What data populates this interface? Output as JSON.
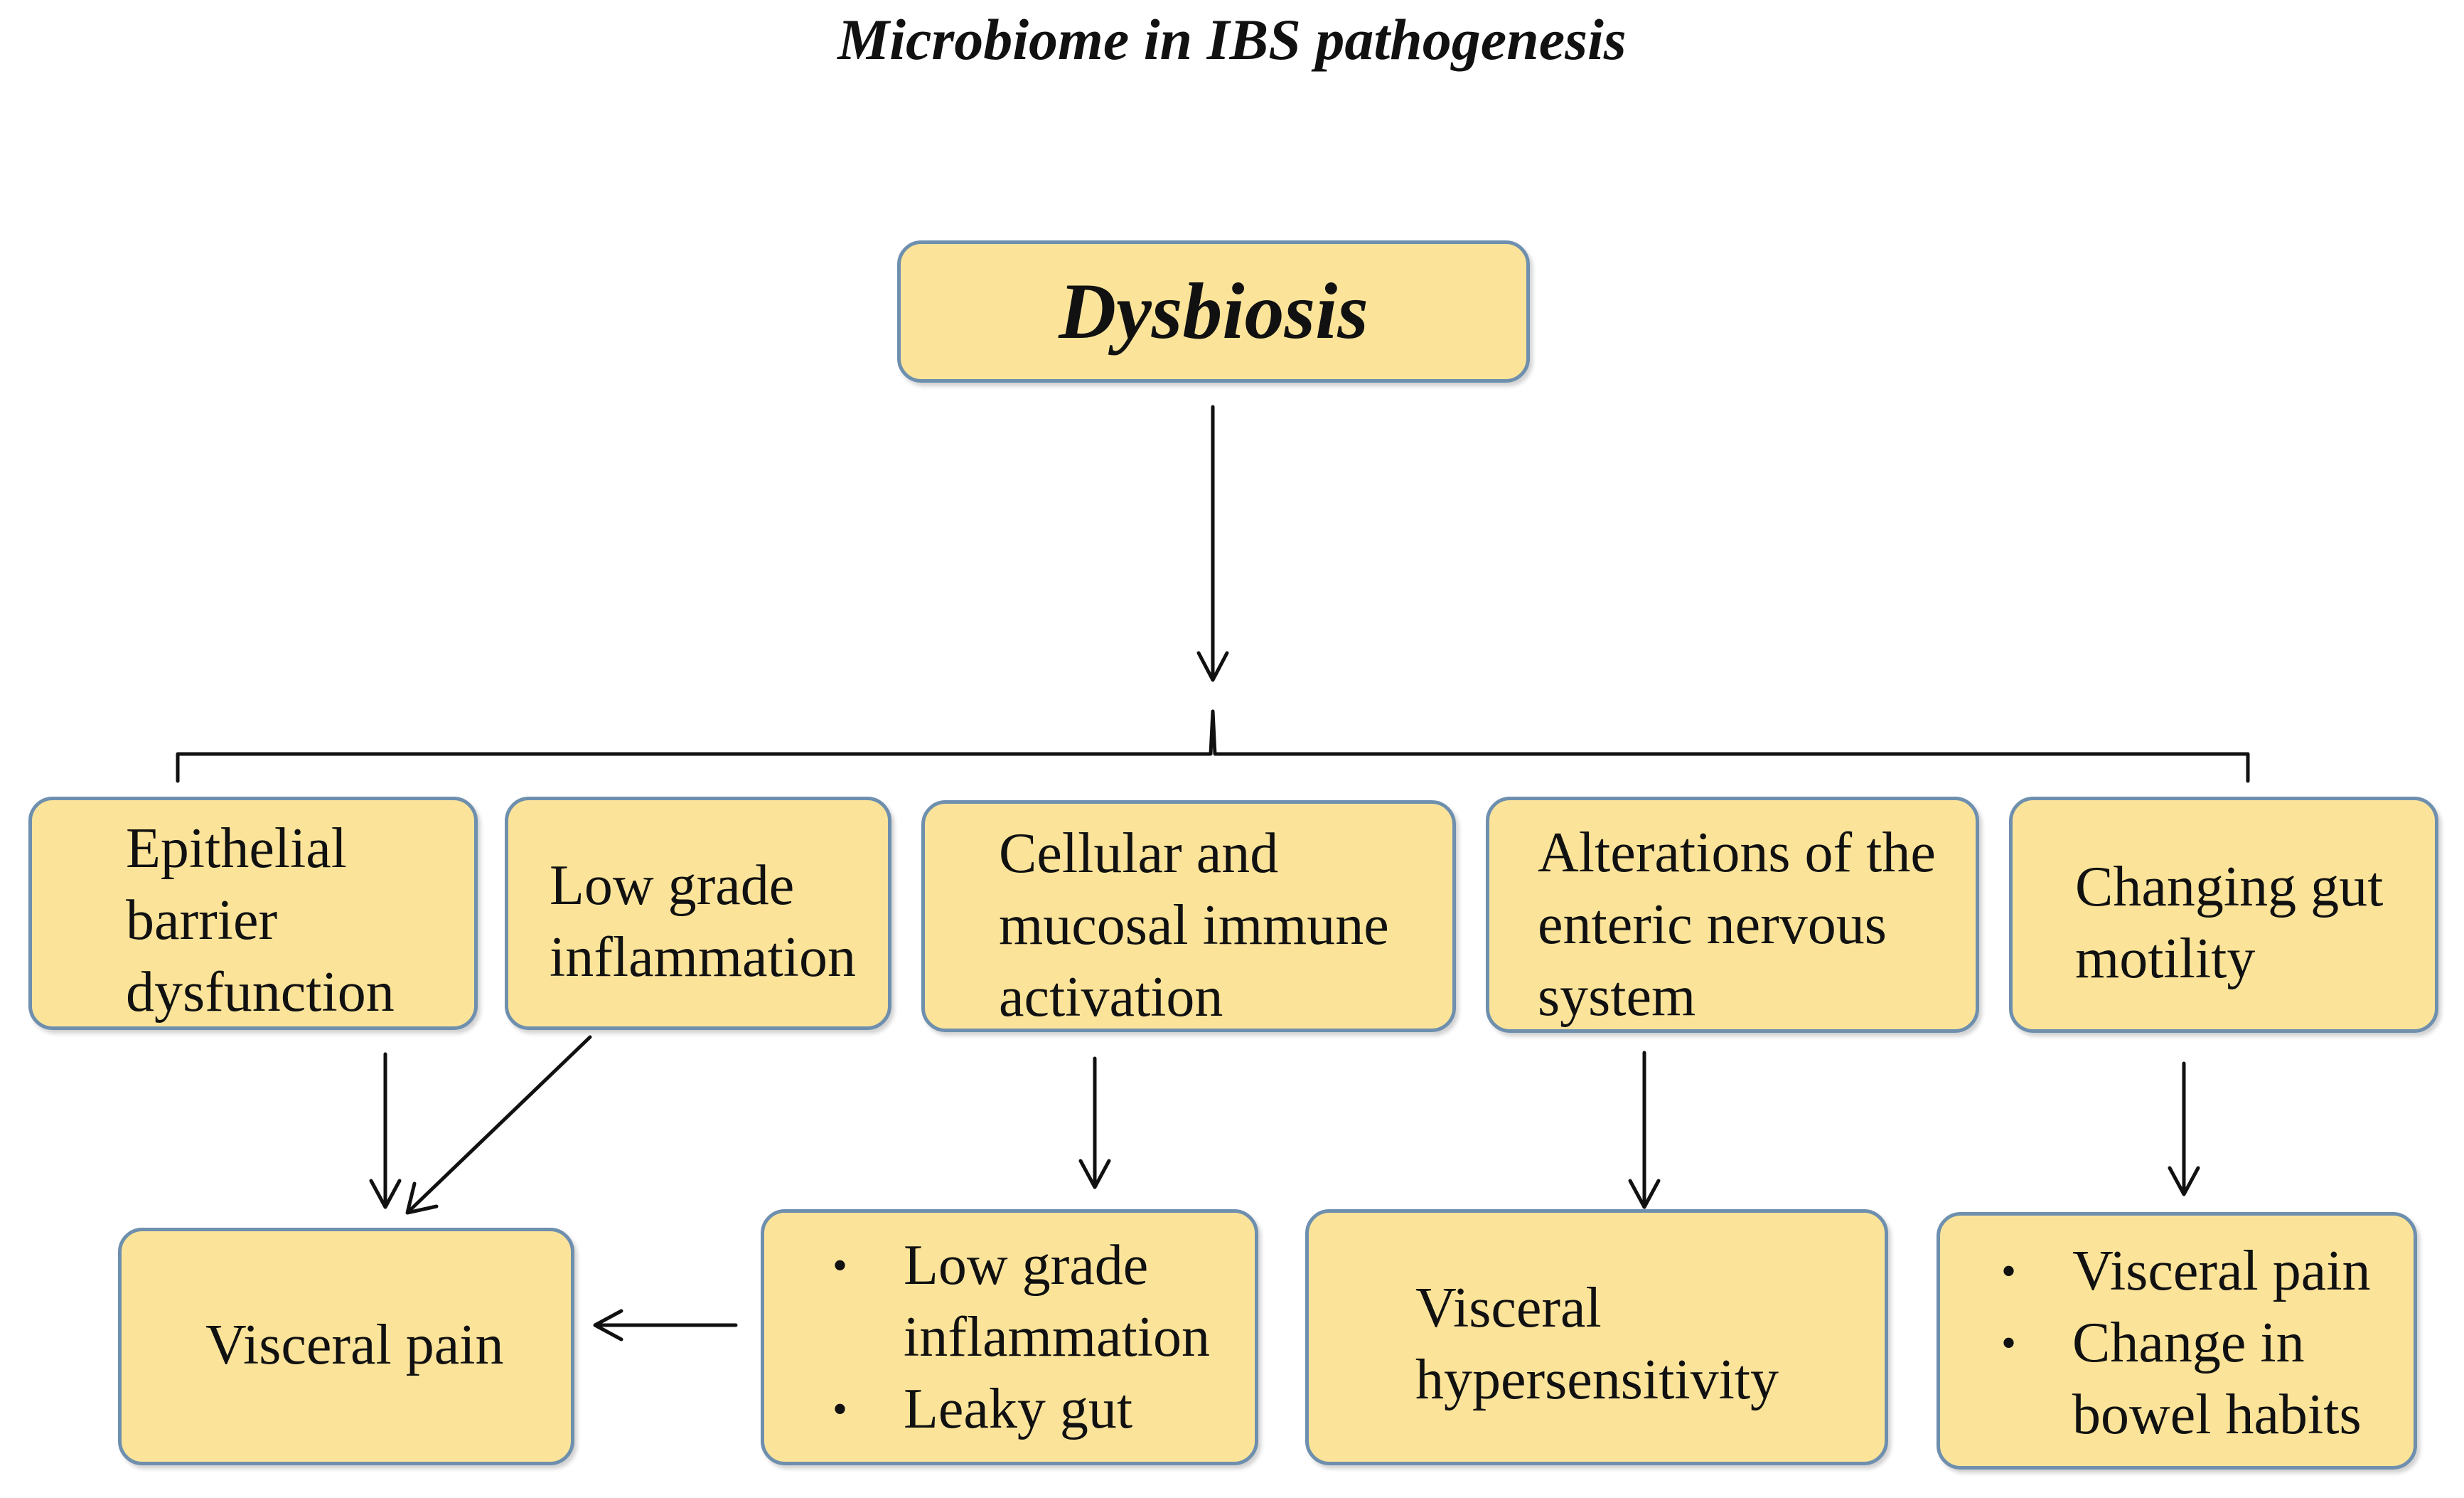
{
  "title": "Microbiome in IBS pathogenesis",
  "root": {
    "label": "Dysbiosis"
  },
  "causes": [
    {
      "lines": [
        "Epithelial",
        "barrier",
        "dysfunction"
      ]
    },
    {
      "lines": [
        "Low grade",
        "inflammation"
      ]
    },
    {
      "lines": [
        "Cellular and",
        "mucosal immune",
        "activation"
      ]
    },
    {
      "lines": [
        "Alterations of the",
        "enteric nervous",
        "system"
      ]
    },
    {
      "lines": [
        "Changing gut",
        "motility"
      ]
    }
  ],
  "effects": [
    {
      "lines": [
        "Visceral pain"
      ]
    },
    {
      "bullets": [
        [
          "Low grade",
          "inflammation"
        ],
        [
          "Leaky gut"
        ]
      ]
    },
    {
      "lines": [
        "Visceral",
        "hypersensitivity"
      ]
    },
    {
      "bullets": [
        [
          "Visceral pain"
        ],
        [
          "Change in",
          "bowel habits"
        ]
      ]
    }
  ],
  "bullet_symbol": "•",
  "colors": {
    "box_fill": "#fbe49a",
    "box_border": "#6e8fae",
    "line": "#111111"
  }
}
